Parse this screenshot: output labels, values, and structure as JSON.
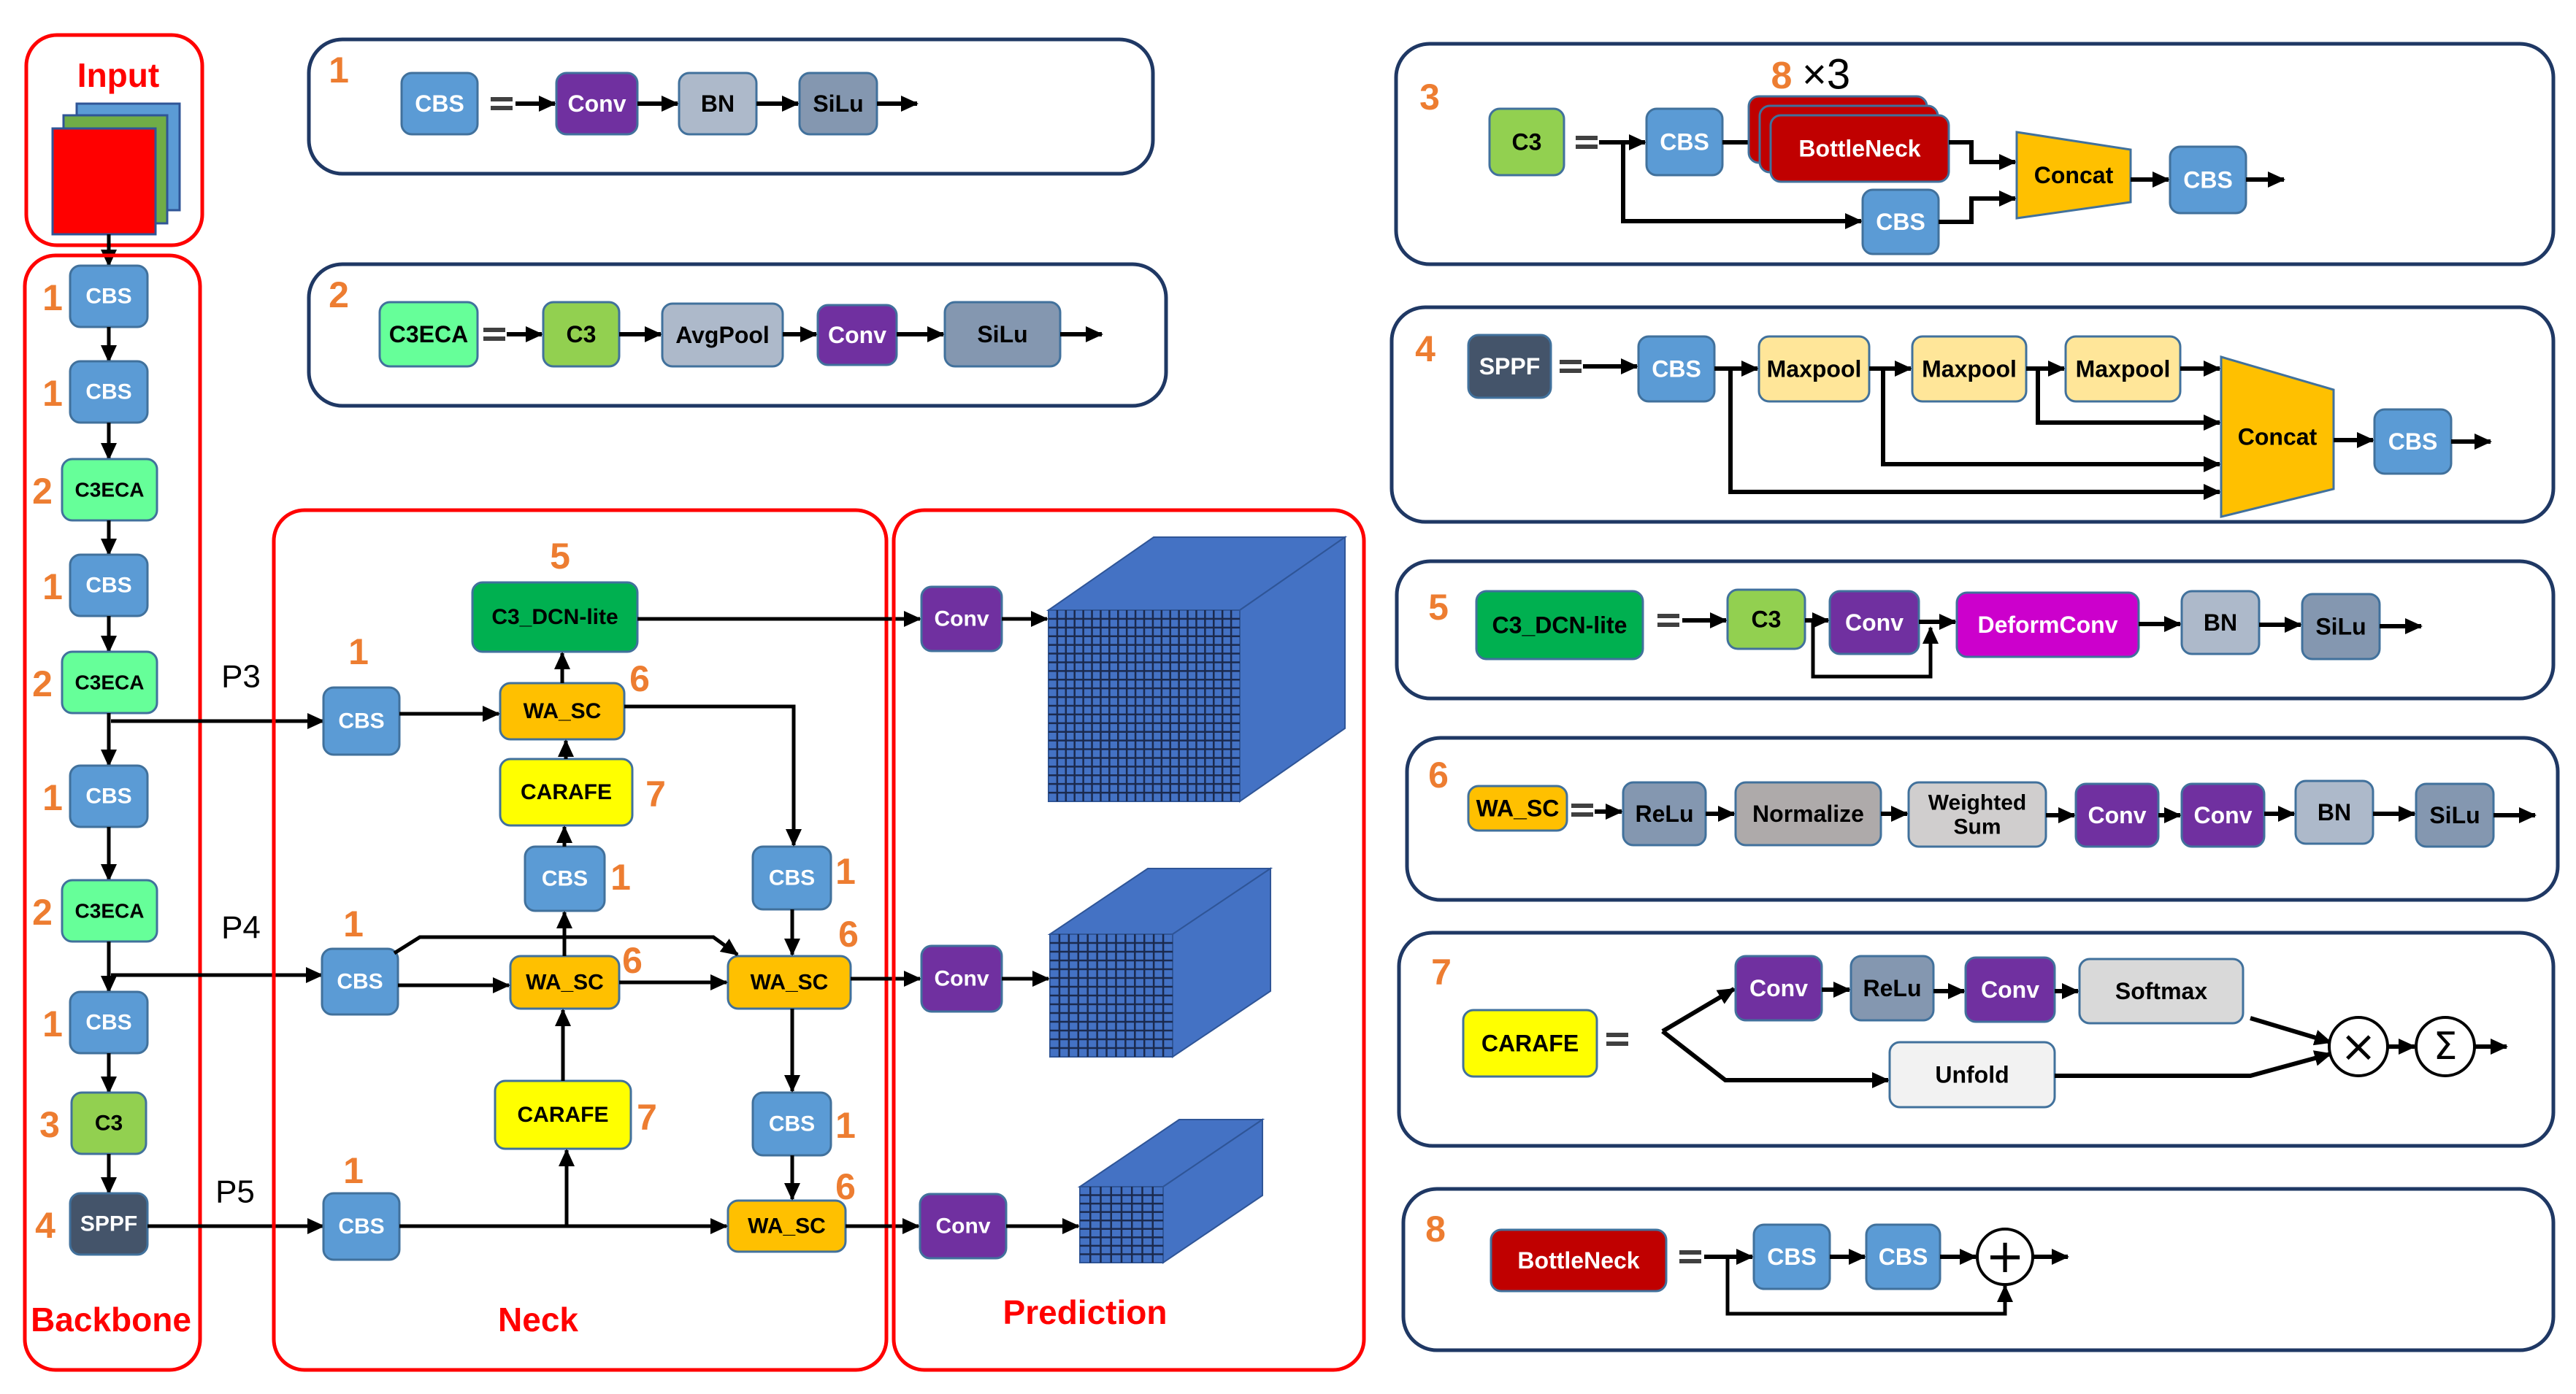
{
  "sections": {
    "input": "Input",
    "backbone": "Backbone",
    "neck": "Neck",
    "prediction": "Prediction"
  },
  "palette": {
    "CBS": "#5B9BD5",
    "Conv": "#7030A0",
    "BN": "#ADB9CA",
    "SiLu": "#8497B0",
    "ReLu": "#8497B0",
    "C3ECA": "#66FF99",
    "C3": "#92D050",
    "AvgPool": "#ADB9CA",
    "SPPF": "#44546A",
    "BottleNeck": "#C00000",
    "Concat": "#FFC000",
    "Maxpool": "#FFE699",
    "C3_DCN-lite": "#00B050",
    "DeformConv": "#CC00CC",
    "WA_SC": "#FFC000",
    "Normalize": "#AEAAAA",
    "WeightedSum": "#D0CECE",
    "CARAFE": "#FFFF00",
    "Softmax": "#D9D9D9",
    "Unfold": "#F2F2F2",
    "cube": "#4472C4",
    "cube_edge": "#2F5597",
    "grid_line": "#1B2A4E",
    "input_red": "#FF0000",
    "input_green": "#70AD47",
    "input_blue": "#5B9BD5",
    "section_border": "#FF0000",
    "panel_border": "#1F3864",
    "ref_number": "#ED7D31",
    "box_border": "#41719C"
  },
  "backbone": {
    "layers": [
      {
        "name": "CBS",
        "ref": "1"
      },
      {
        "name": "CBS",
        "ref": "1"
      },
      {
        "name": "C3ECA",
        "ref": "2"
      },
      {
        "name": "CBS",
        "ref": "1"
      },
      {
        "name": "C3ECA",
        "ref": "2"
      },
      {
        "name": "CBS",
        "ref": "1"
      },
      {
        "name": "C3ECA",
        "ref": "2"
      },
      {
        "name": "CBS",
        "ref": "1"
      },
      {
        "name": "C3",
        "ref": "3"
      },
      {
        "name": "SPPF",
        "ref": "4"
      }
    ]
  },
  "feature_taps": [
    "P3",
    "P4",
    "P5"
  ],
  "neck": {
    "cbs_p3": {
      "name": "CBS",
      "ref": "1"
    },
    "c3_dcn_lite": {
      "name": "C3_DCN-lite",
      "ref": "5"
    },
    "wa_sc_top": {
      "name": "WA_SC",
      "ref": "6"
    },
    "carafe_top": {
      "name": "CARAFE",
      "ref": "7"
    },
    "cbs_mid": {
      "name": "CBS",
      "ref": "1"
    },
    "cbs_p4": {
      "name": "CBS",
      "ref": "1"
    },
    "wa_sc_mid": {
      "name": "WA_SC",
      "ref": "6"
    },
    "carafe_bottom": {
      "name": "CARAFE",
      "ref": "7"
    },
    "cbs_p5": {
      "name": "CBS",
      "ref": "1"
    },
    "cbs_right_upper": {
      "name": "CBS",
      "ref": "1"
    },
    "wa_sc_right_mid": {
      "name": "WA_SC",
      "ref": "6"
    },
    "cbs_right_lower": {
      "name": "CBS",
      "ref": "1"
    },
    "wa_sc_right_bottom": {
      "name": "WA_SC",
      "ref": "6"
    }
  },
  "prediction": {
    "heads": [
      {
        "name": "Conv",
        "grid_cols": 22,
        "grid_rows": 22
      },
      {
        "name": "Conv",
        "grid_cols": 13,
        "grid_rows": 14
      },
      {
        "name": "Conv",
        "grid_cols": 8,
        "grid_rows": 9
      }
    ]
  },
  "modules": {
    "m1": {
      "ref": "1",
      "name": "CBS",
      "steps": [
        "Conv",
        "BN",
        "SiLu"
      ]
    },
    "m2": {
      "ref": "2",
      "name": "C3ECA",
      "steps": [
        "C3",
        "AvgPool",
        "Conv",
        "SiLu"
      ]
    },
    "m3": {
      "ref": "3",
      "name": "C3",
      "cbs_in": "CBS",
      "bottleneck": "BottleNeck",
      "repeat_ref": "8",
      "repeat_times": "×3",
      "cbs_skip": "CBS",
      "concat": "Concat",
      "cbs_out": "CBS"
    },
    "m4": {
      "ref": "4",
      "name": "SPPF",
      "cbs_in": "CBS",
      "pools": [
        "Maxpool",
        "Maxpool",
        "Maxpool"
      ],
      "concat": "Concat",
      "cbs_out": "CBS"
    },
    "m5": {
      "ref": "5",
      "name": "C3_DCN-lite",
      "steps": [
        "C3",
        "Conv",
        "DeformConv",
        "BN",
        "SiLu"
      ]
    },
    "m6": {
      "ref": "6",
      "name": "WA_SC",
      "steps": [
        "ReLu",
        "Normalize",
        [
          "Weighted",
          "Sum"
        ],
        "Conv",
        "Conv",
        "BN",
        "SiLu"
      ]
    },
    "m7": {
      "ref": "7",
      "name": "CARAFE",
      "kernel_branch": [
        "Conv",
        "ReLu",
        "Conv",
        "Softmax"
      ],
      "feature_branch": "Unfold",
      "ops": [
        "×",
        "Σ"
      ]
    },
    "m8": {
      "ref": "8",
      "name": "BottleNeck",
      "steps": [
        "CBS",
        "CBS"
      ],
      "op": "+"
    }
  }
}
